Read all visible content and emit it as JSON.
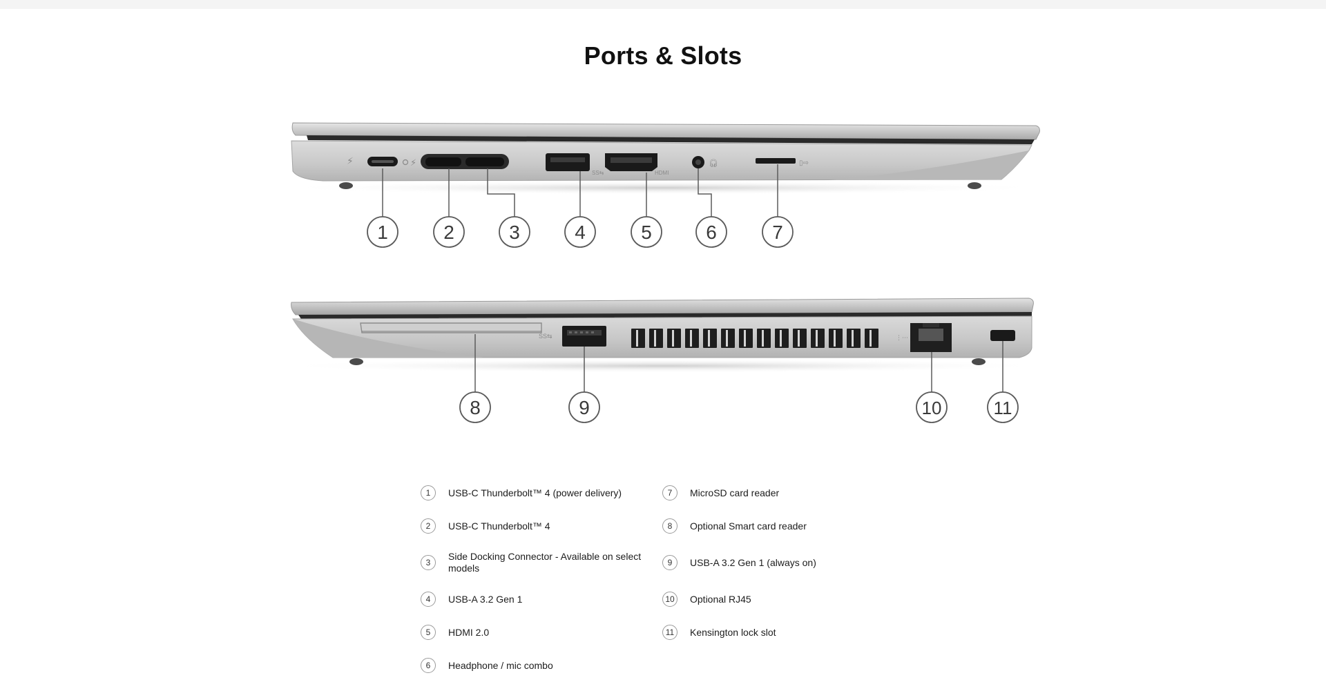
{
  "page": {
    "title": "Ports & Slots"
  },
  "colors": {
    "chassis_light": "#d9d9d9",
    "chassis_mid": "#b9b9b9",
    "chassis_dark": "#8e8e8e",
    "port_black": "#1a1a1a",
    "callout_gray": "#5a5a5a"
  },
  "left_side": {
    "callouts": [
      "1",
      "2",
      "3",
      "4",
      "5",
      "6",
      "7"
    ]
  },
  "right_side": {
    "callouts": [
      "8",
      "9",
      "10",
      "11"
    ]
  },
  "legend": {
    "left_column": [
      {
        "num": "1",
        "label": "USB-C Thunderbolt™ 4 (power delivery)"
      },
      {
        "num": "2",
        "label": "USB-C Thunderbolt™ 4"
      },
      {
        "num": "3",
        "label": "Side Docking Connector - Available on select models"
      },
      {
        "num": "4",
        "label": "USB-A 3.2 Gen 1"
      },
      {
        "num": "5",
        "label": "HDMI 2.0"
      },
      {
        "num": "6",
        "label": "Headphone / mic combo"
      }
    ],
    "right_column": [
      {
        "num": "7",
        "label": "MicroSD card reader"
      },
      {
        "num": "8",
        "label": "Optional Smart card reader"
      },
      {
        "num": "9",
        "label": "USB-A 3.2 Gen 1 (always on)"
      },
      {
        "num": "10",
        "label": "Optional RJ45"
      },
      {
        "num": "11",
        "label": "Kensington lock slot"
      }
    ]
  }
}
